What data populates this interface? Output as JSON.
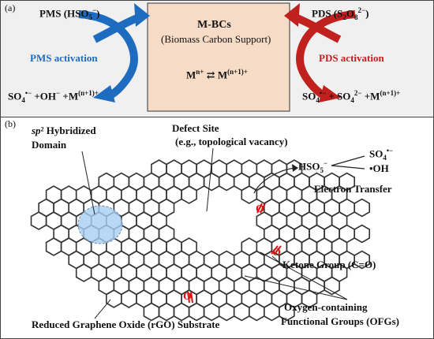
{
  "panel_a": {
    "label": "(a)",
    "pms_name": "PMS (",
    "pms_formula": "HSO",
    "pms_sub": "5",
    "pms_sup": "−",
    "pms_close": ")",
    "pms_activation": "PMS activation",
    "pms_products": "SO4•− +OH− +M(n+1)+",
    "center_title": "M-BCs",
    "center_subtitle": "(Biomass Carbon Support)",
    "redox": "Mn+ ⇄ M(n+1)+",
    "pds_name": "PDS (",
    "pds_formula": "S2O82−",
    "pds_close": ")",
    "pds_activation": "PDS activation",
    "pds_products": "SO4•− + SO42− +M(n+1)+",
    "colors": {
      "pms": "#1e6cc0",
      "pds": "#c0201e",
      "center_box": "#f6dcc6"
    }
  },
  "panel_b": {
    "label": "(b)",
    "sp2_label_line1": "sp² Hybridized",
    "sp2_label_line2": "Domain",
    "defect_line1": "Defect Site",
    "defect_line2": "(e.g., topological vacancy)",
    "hso5": "HSO5−",
    "so4_radical": "SO4•−",
    "oh_radical": "•OH",
    "electron_transfer": "Electron Transfer",
    "ketone": "Ketone Group (C=O)",
    "ofg_line1": "Oxygen-containing",
    "ofg_line2": "Functional Groups (OFGs)",
    "rgo": "Reduced Graphene Oxide (rGO) Substrate",
    "oxygen_symbol": "O",
    "colors": {
      "sp2_domain": "#a8cef0",
      "oxygen": "#e01010"
    }
  }
}
